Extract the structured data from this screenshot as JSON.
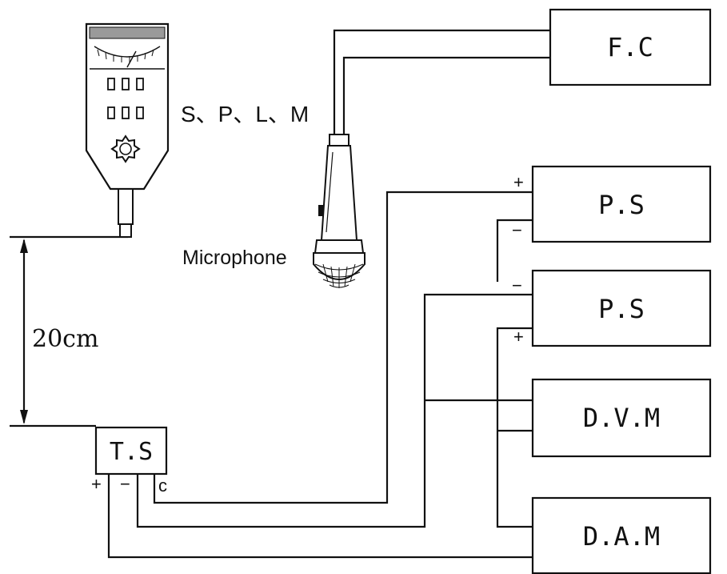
{
  "labels": {
    "fc": "F.C",
    "ps_top": "P.S",
    "ps_bottom": "P.S",
    "dvm": "D.V.M",
    "dam": "D.A.M",
    "ts": "T.S",
    "splm": "S、P、L、M",
    "microphone": "Microphone",
    "distance": "20cm"
  },
  "terminals": {
    "ps_top_plus": "+",
    "ps_top_minus": "−",
    "ps_bottom_minus": "−",
    "ps_bottom_plus": "+",
    "ts_plus": "+",
    "ts_minus": "−",
    "ts_c": "c"
  }
}
